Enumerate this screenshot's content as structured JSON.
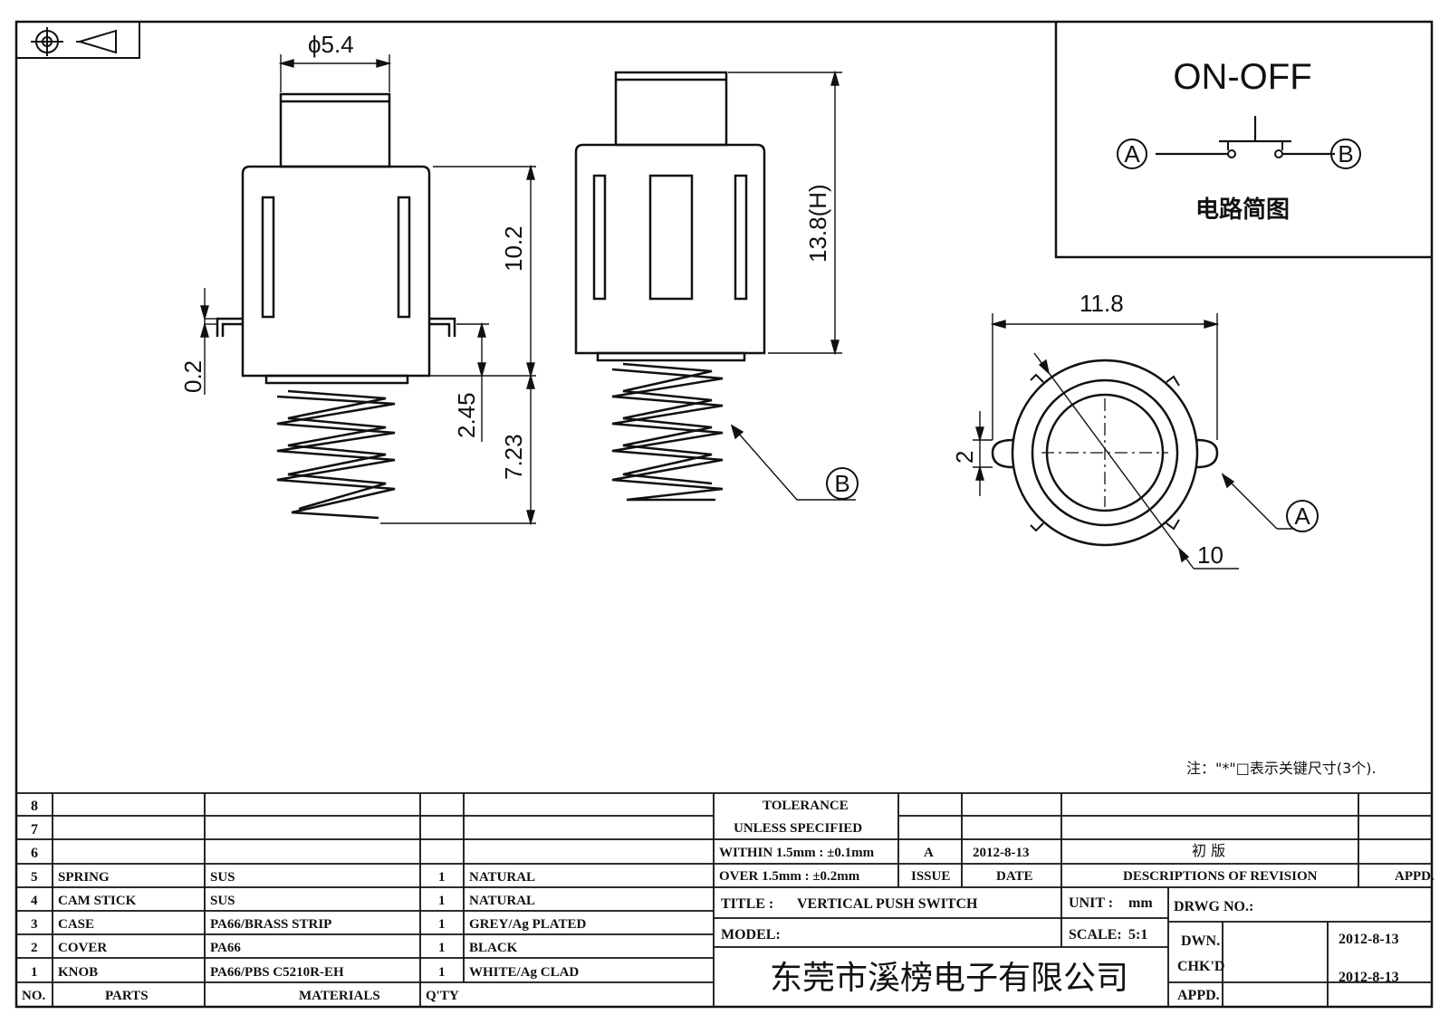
{
  "dims": {
    "dia_knob": "ϕ5.4",
    "h_body": "10.2",
    "h_total": "13.8(H)",
    "h_pin": "0.2",
    "h_245": "2.45",
    "h_723": "7.23",
    "w_top": "11.8",
    "w_lug": "2",
    "dia_10": "10"
  },
  "labels": {
    "a": "A",
    "b": "B"
  },
  "circuit": {
    "title": "ON-OFF",
    "caption": "电路简图",
    "terminal_a": "A",
    "terminal_b": "B"
  },
  "note": "注：\"*\"□表示关键尺寸(3个).",
  "parts": {
    "header": {
      "no": "NO.",
      "parts": "PARTS",
      "materials": "MATERIALS",
      "qty": "Q'TY"
    },
    "rows": [
      {
        "no": "8",
        "part": "",
        "material": "",
        "qty": "",
        "finish": ""
      },
      {
        "no": "7",
        "part": "",
        "material": "",
        "qty": "",
        "finish": ""
      },
      {
        "no": "6",
        "part": "",
        "material": "",
        "qty": "",
        "finish": ""
      },
      {
        "no": "5",
        "part": "SPRING",
        "material": "SUS",
        "qty": "1",
        "finish": "NATURAL"
      },
      {
        "no": "4",
        "part": "CAM STICK",
        "material": "SUS",
        "qty": "1",
        "finish": "NATURAL"
      },
      {
        "no": "3",
        "part": "CASE",
        "material": "PA66/BRASS STRIP",
        "qty": "1",
        "finish": "GREY/Ag PLATED"
      },
      {
        "no": "2",
        "part": "COVER",
        "material": "PA66",
        "qty": "1",
        "finish": "BLACK"
      },
      {
        "no": "1",
        "part": "KNOB",
        "material": "PA66/PBS C5210R-EH",
        "qty": "1",
        "finish": "WHITE/Ag CLAD"
      }
    ]
  },
  "tolerance": {
    "line1": "TOLERANCE",
    "line2": "UNLESS  SPECIFIED",
    "line3": "WITHIN 1.5mm : ±0.1mm",
    "line4": "OVER 1.5mm : ±0.2mm"
  },
  "revision": {
    "issue": "A",
    "date": "2012-8-13",
    "description": "初  版",
    "issue_label": "ISSUE",
    "date_label": "DATE",
    "desc_label": "DESCRIPTIONS OF REVISION",
    "appd_label": "APPD."
  },
  "titleblock": {
    "title_label": "TITLE :",
    "title": "VERTICAL PUSH SWITCH",
    "unit_label": "UNIT :",
    "unit": "mm",
    "drwg_label": "DRWG NO.:",
    "model_label": "MODEL:",
    "scale_label": "SCALE:",
    "scale": "5:1",
    "dwn_label": "DWN.",
    "dwn_date": "2012-8-13",
    "chkd_label": "CHK'D",
    "chkd_date": "2012-8-13",
    "appd_label": "APPD.",
    "company": "东莞市溪榜电子有限公司"
  }
}
